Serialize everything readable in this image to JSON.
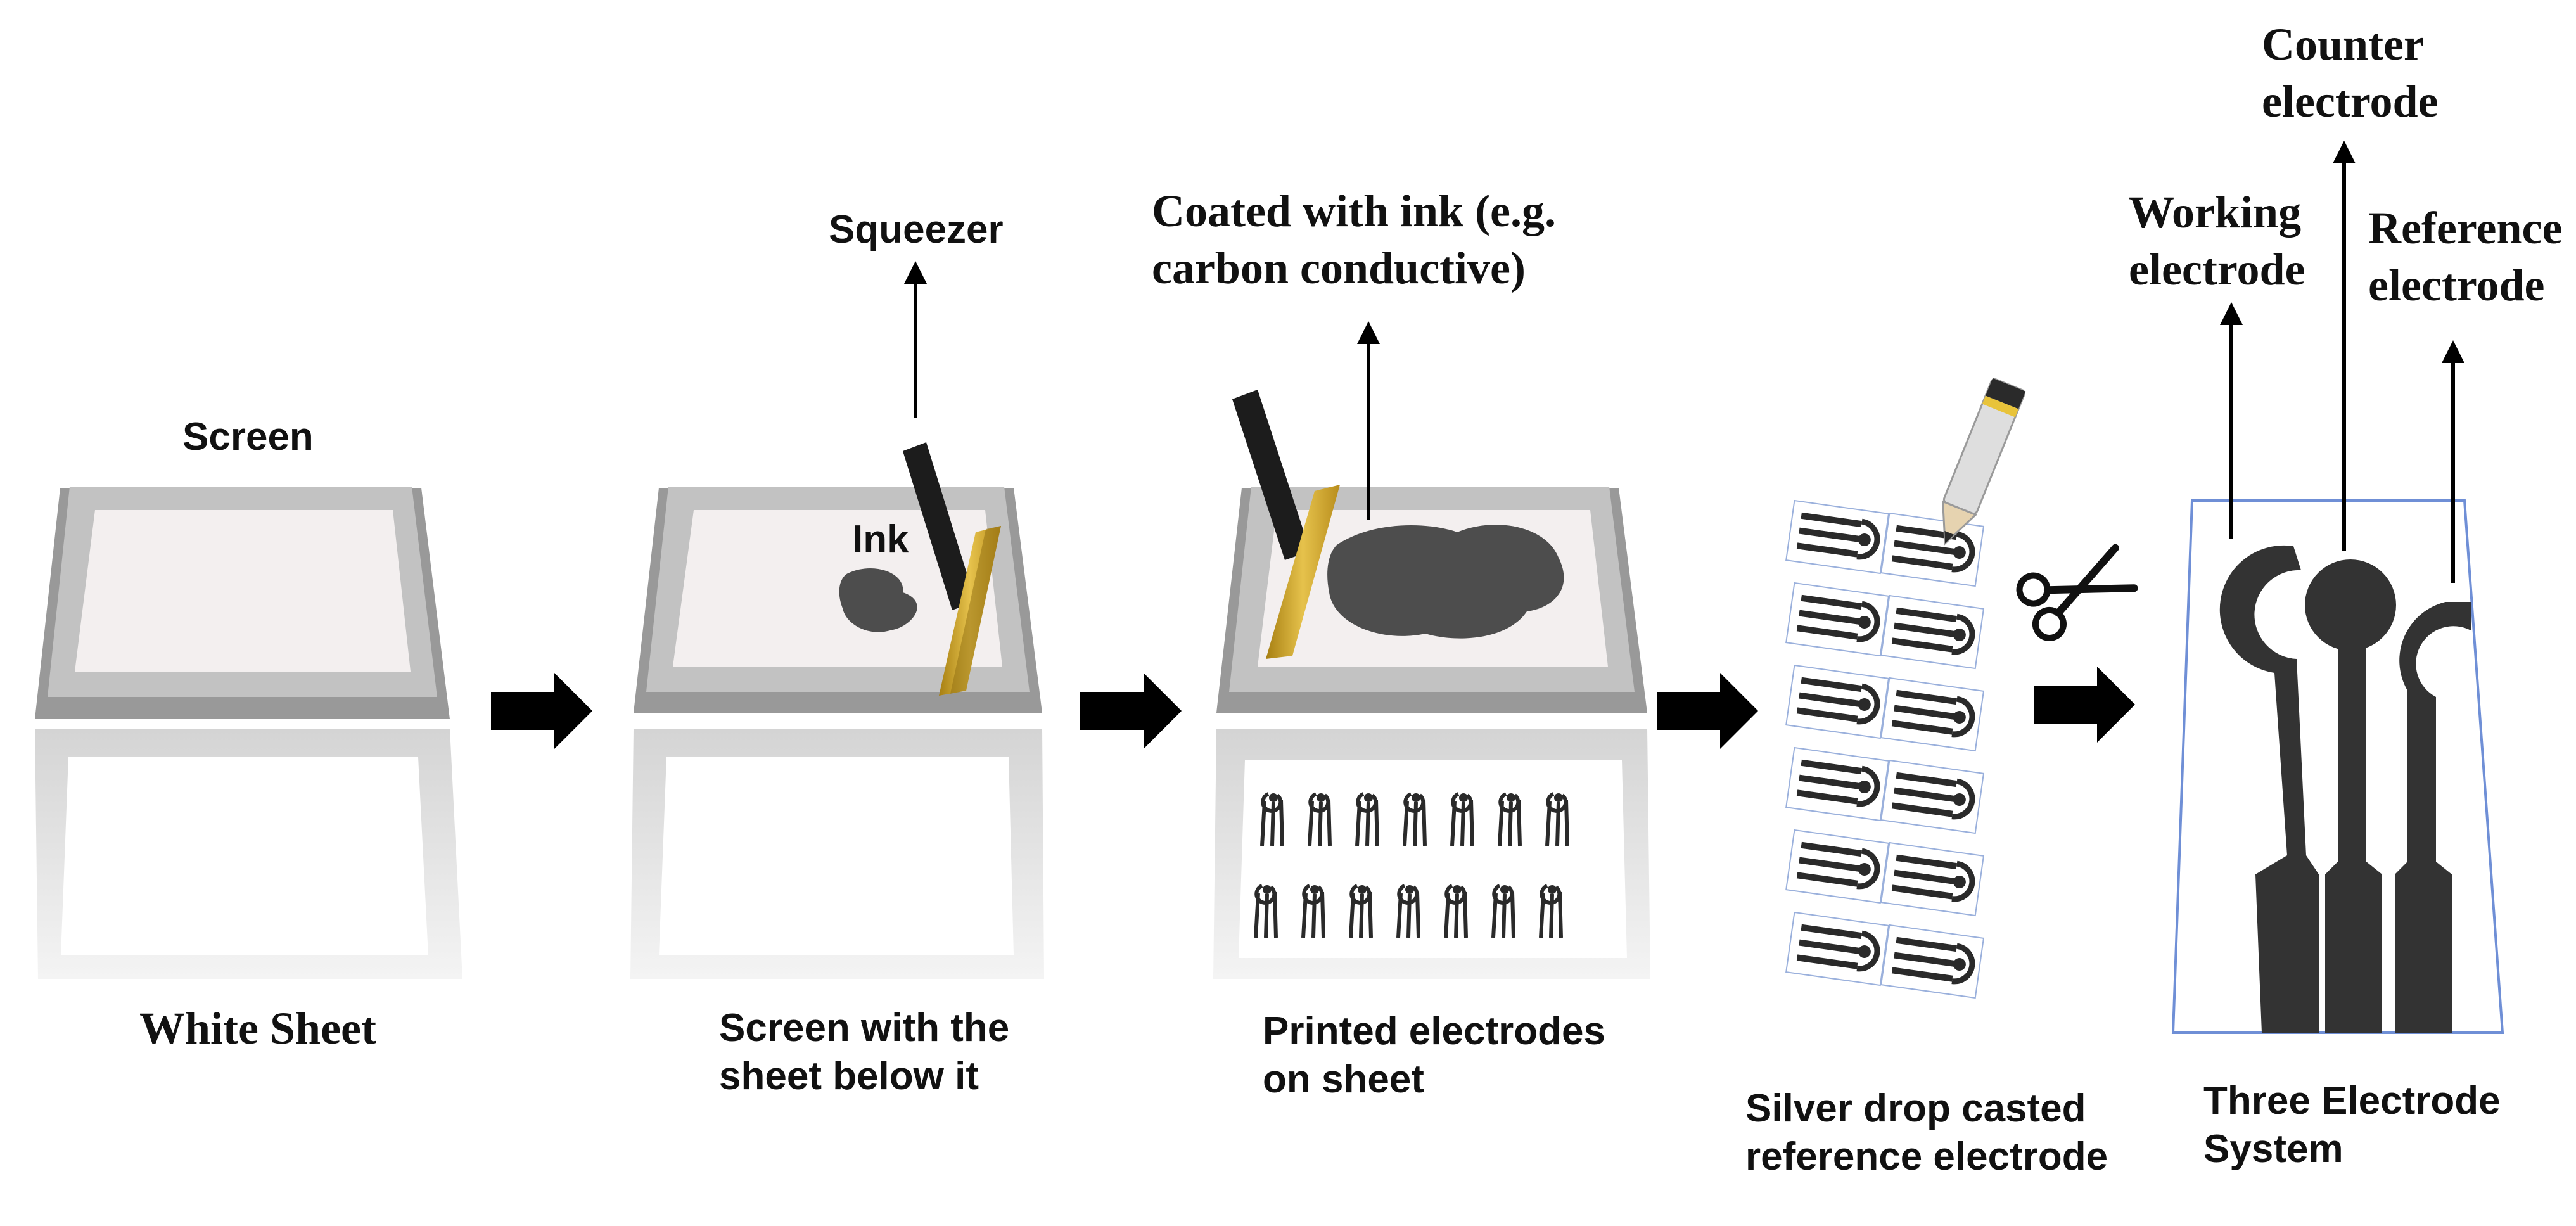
{
  "labels": {
    "screen": "Screen",
    "white_sheet": "White Sheet",
    "squeezer": "Squeezer",
    "ink": "Ink",
    "screen_with_sheet": [
      "Screen with the",
      "sheet below it"
    ],
    "coated_with_ink": [
      "Coated with ink (e.g.",
      "carbon conductive)"
    ],
    "printed_electrodes": [
      "Printed electrodes",
      "on sheet"
    ],
    "silver_drop": [
      "Silver drop casted",
      "reference electrode"
    ],
    "three_electrode": [
      "Three Electrode",
      "System"
    ],
    "working_electrode": [
      "Working",
      "electrode"
    ],
    "counter_electrode": [
      "Counter",
      "electrode"
    ],
    "reference_electrode": [
      "Reference",
      "electrode"
    ]
  },
  "colors": {
    "frame_gray": "#9a9a9a",
    "frame_light": "#c4c4c4",
    "sheet": "#f3efef",
    "ink": "#4d4d4d",
    "electrode": "#333333",
    "squeegee_gold": "#c9a227",
    "arrow": "#000000",
    "cut_outline": "#6f8fd6"
  },
  "icons": [
    "scissors-icon",
    "pencil-icon",
    "right-arrow-icon"
  ]
}
